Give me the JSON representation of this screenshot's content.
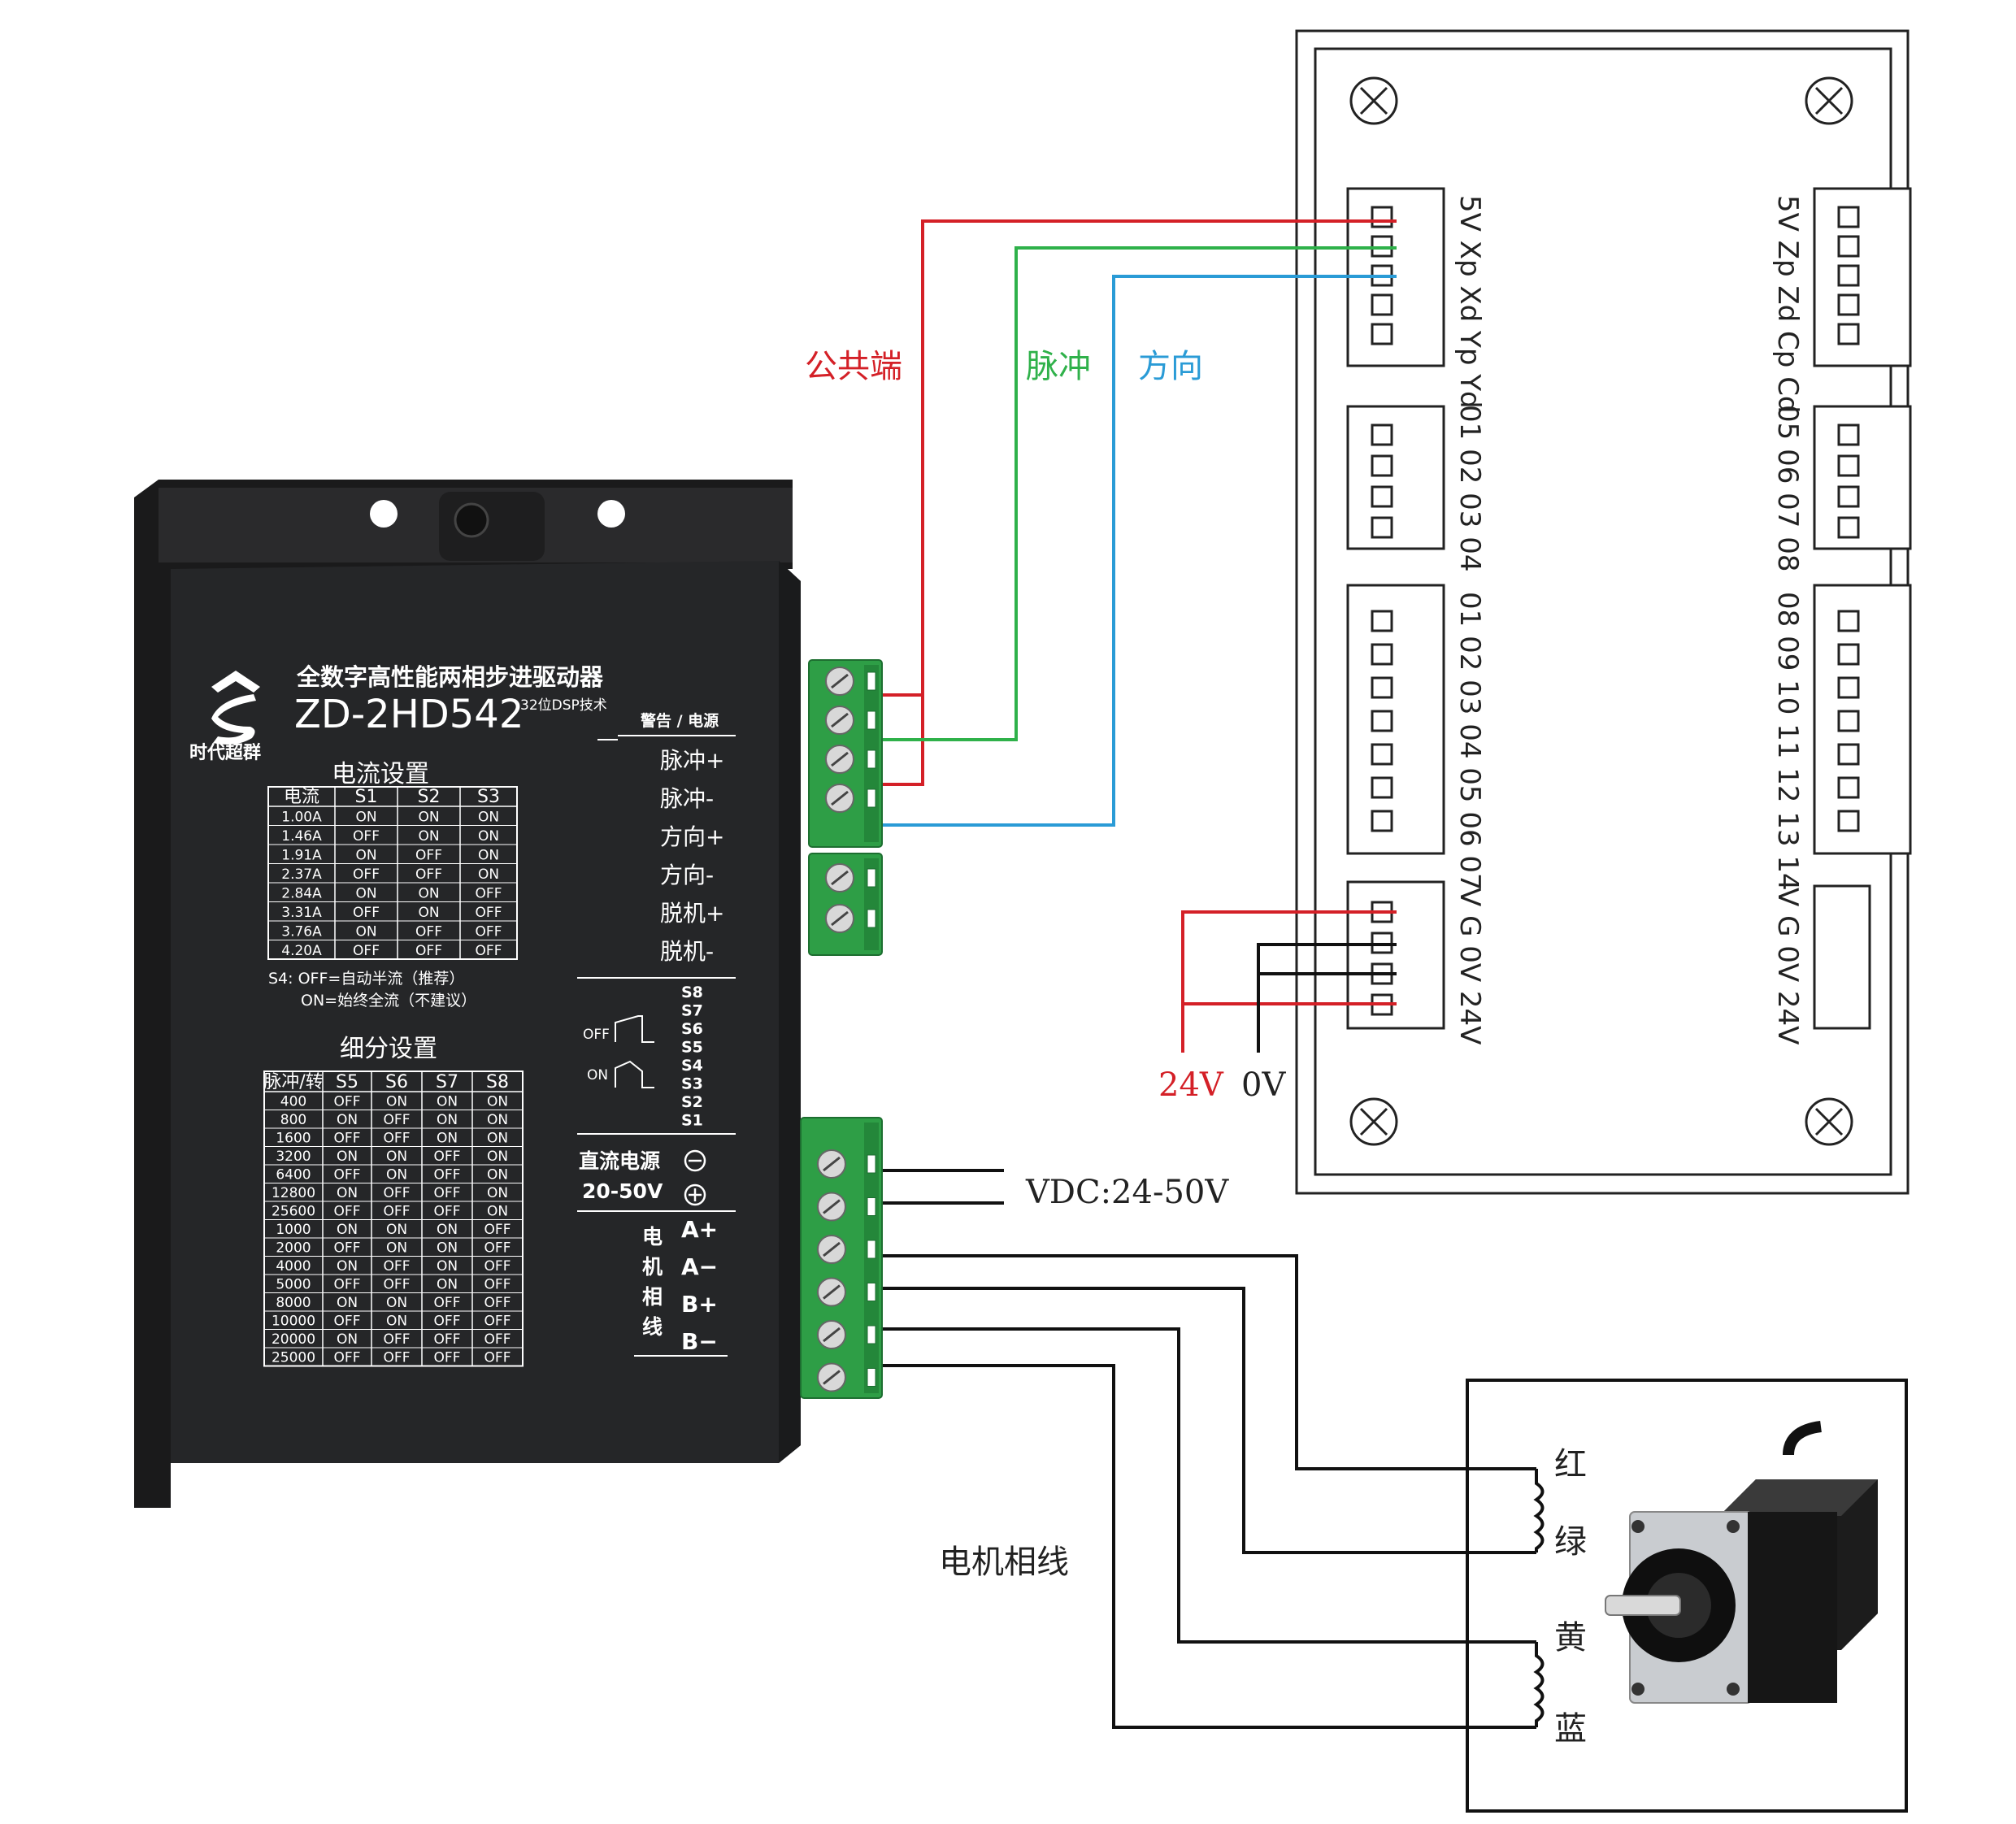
{
  "colors": {
    "red_wire": "#d42027",
    "green_wire": "#2fb14a",
    "blue_wire": "#2a9bd6",
    "black_wire": "#111111",
    "driver_body": "#252628",
    "terminal_green": "#2e9e46"
  },
  "wire_labels": {
    "common": "公共端",
    "pulse": "脉冲",
    "direction": "方向",
    "v24": "24V",
    "v0": "0V",
    "vdc": "VDC:24-50V",
    "motor_phase": "电机相线"
  },
  "motor_colors": [
    "红",
    "绿",
    "黄",
    "蓝"
  ],
  "breakout_board": {
    "labels": [
      "5V Xp Xd Yp Yd",
      "01 02 03 04",
      "01 02 03 04 05 06 07",
      "V  G  0V 24V",
      "5V Zp Zd Cp Cd",
      "05 06 07 08",
      "08 09 10 11 12 13 14",
      "V  G  0V 24V"
    ]
  },
  "driver": {
    "brand": "时代超群",
    "title": "全数字高性能两相步进驱动器",
    "model": "ZD-2HD542",
    "dsp": "32位DSP技术",
    "warn_power": "警告 / 电源",
    "signals": [
      "脉冲+",
      "脉冲-",
      "方向+",
      "方向-",
      "脱机+",
      "脱机-"
    ],
    "dip_switches": [
      "S8",
      "S7",
      "S6",
      "S5",
      "S4",
      "S3",
      "S2",
      "S1"
    ],
    "off": "OFF",
    "on": "ON",
    "dc_power": "直流电源",
    "dc_range": "20-50V",
    "motor_wire": "电\n机\n相\n线",
    "phases": [
      "A+",
      "A−",
      "B+",
      "B−"
    ],
    "s4_note_1": "S4: OFF=自动半流（推荐）",
    "s4_note_2": "ON=始终全流（不建议）",
    "current_table": {
      "title": "电流设置",
      "headers": [
        "电流",
        "S1",
        "S2",
        "S3"
      ],
      "rows": [
        [
          "1.00A",
          "ON",
          "ON",
          "ON"
        ],
        [
          "1.46A",
          "OFF",
          "ON",
          "ON"
        ],
        [
          "1.91A",
          "ON",
          "OFF",
          "ON"
        ],
        [
          "2.37A",
          "OFF",
          "OFF",
          "ON"
        ],
        [
          "2.84A",
          "ON",
          "ON",
          "OFF"
        ],
        [
          "3.31A",
          "OFF",
          "ON",
          "OFF"
        ],
        [
          "3.76A",
          "ON",
          "OFF",
          "OFF"
        ],
        [
          "4.20A",
          "OFF",
          "OFF",
          "OFF"
        ]
      ]
    },
    "microstep_table": {
      "title": "细分设置",
      "headers": [
        "脉冲/转",
        "S5",
        "S6",
        "S7",
        "S8"
      ],
      "rows": [
        [
          "400",
          "OFF",
          "ON",
          "ON",
          "ON"
        ],
        [
          "800",
          "ON",
          "OFF",
          "ON",
          "ON"
        ],
        [
          "1600",
          "OFF",
          "OFF",
          "ON",
          "ON"
        ],
        [
          "3200",
          "ON",
          "ON",
          "OFF",
          "ON"
        ],
        [
          "6400",
          "OFF",
          "ON",
          "OFF",
          "ON"
        ],
        [
          "12800",
          "ON",
          "OFF",
          "OFF",
          "ON"
        ],
        [
          "25600",
          "OFF",
          "OFF",
          "OFF",
          "ON"
        ],
        [
          "1000",
          "ON",
          "ON",
          "ON",
          "OFF"
        ],
        [
          "2000",
          "OFF",
          "ON",
          "ON",
          "OFF"
        ],
        [
          "4000",
          "ON",
          "OFF",
          "ON",
          "OFF"
        ],
        [
          "5000",
          "OFF",
          "OFF",
          "ON",
          "OFF"
        ],
        [
          "8000",
          "ON",
          "ON",
          "OFF",
          "OFF"
        ],
        [
          "10000",
          "OFF",
          "ON",
          "OFF",
          "OFF"
        ],
        [
          "20000",
          "ON",
          "OFF",
          "OFF",
          "OFF"
        ],
        [
          "25000",
          "OFF",
          "OFF",
          "OFF",
          "OFF"
        ]
      ]
    }
  }
}
